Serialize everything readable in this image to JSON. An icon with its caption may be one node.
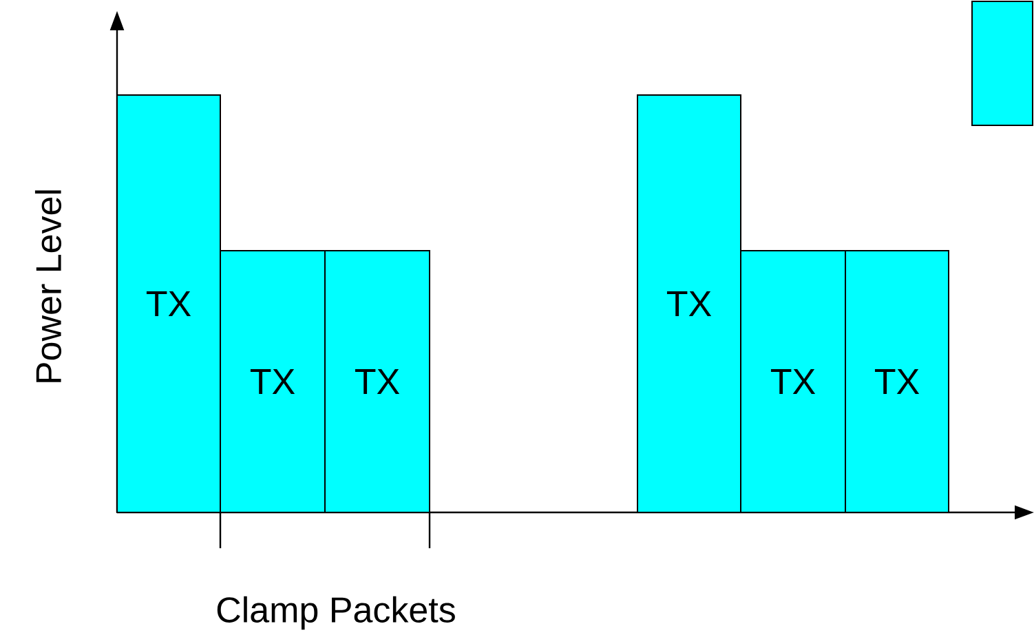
{
  "diagram": {
    "nodes": [
      {
        "text": [
          "TX"
        ]
      },
      {
        "text": [
          "TX"
        ]
      },
      {
        "text": [
          "TX"
        ]
      },
      {
        "text": [
          "TX"
        ]
      },
      {
        "text": [
          "TX"
        ]
      },
      {
        "text": [
          "TX"
        ]
      },
      {
        "text": [],
        "shape": "bar"
      }
    ],
    "labels": [
      "Power Level",
      "Clamp Packets"
    ]
  }
}
